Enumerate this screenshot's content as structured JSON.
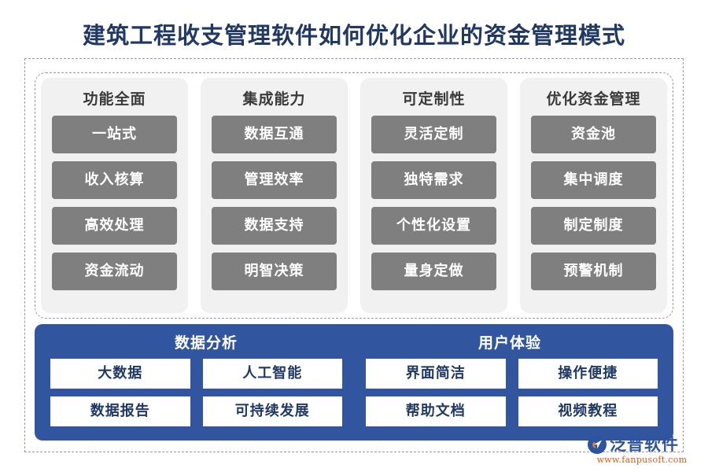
{
  "title": "建筑工程收支管理软件如何优化企业的资金管理模式",
  "colors": {
    "title_text": "#1F3864",
    "panel_bg": "#F1F1F1",
    "chip_gray": "#7F7F7F",
    "brand_blue": "#31559F",
    "chip_white": "#FFFFFF",
    "frame_dashed": "#9A9A9A",
    "logo_orange": "#D4601C"
  },
  "columns": [
    {
      "header": "功能全面",
      "items": [
        "一站式",
        "收入核算",
        "高效处理",
        "资金流动"
      ]
    },
    {
      "header": "集成能力",
      "items": [
        "数据互通",
        "管理效率",
        "数据支持",
        "明智决策"
      ]
    },
    {
      "header": "可定制性",
      "items": [
        "灵活定制",
        "独特需求",
        "个性化设置",
        "量身定做"
      ]
    },
    {
      "header": "优化资金管理",
      "items": [
        "资金池",
        "集中调度",
        "制定制度",
        "预警机制"
      ]
    }
  ],
  "blue_panel": {
    "groups": [
      {
        "header": "数据分析",
        "items": [
          "大数据",
          "人工智能",
          "数据报告",
          "可持续发展"
        ]
      },
      {
        "header": "用户体验",
        "items": [
          "界面简洁",
          "操作便捷",
          "帮助文档",
          "视频教程"
        ]
      }
    ]
  },
  "logo": {
    "name": "泛普软件",
    "url": "www.fanpusoft.com"
  }
}
